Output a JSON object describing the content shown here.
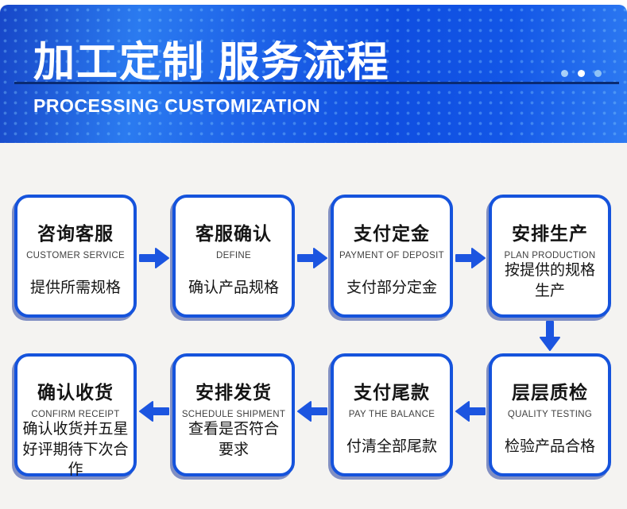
{
  "header": {
    "title": "加工定制 服务流程",
    "subtitle": "PROCESSING CUSTOMIZATION"
  },
  "colors": {
    "accent": "#1553dc",
    "arrow": "#1c55e0",
    "divider": "#0a2a72",
    "header_start": "#1747c8",
    "header_mid": "#2b7bf0",
    "header_end": "#2e7bf2",
    "canvas_bg": "#f4f3f1"
  },
  "steps": [
    {
      "title": "咨询客服",
      "subtitle": "CUSTOMER SERVICE",
      "desc": "提供所需规格"
    },
    {
      "title": "客服确认",
      "subtitle": "DEFINE",
      "desc": "确认产品规格"
    },
    {
      "title": "支付定金",
      "subtitle": "PAYMENT OF DEPOSIT",
      "desc": "支付部分定金"
    },
    {
      "title": "安排生产",
      "subtitle": "PLAN PRODUCTION",
      "desc": "按提供的规格\n生产"
    },
    {
      "title": "层层质检",
      "subtitle": "QUALITY TESTING",
      "desc": "检验产品合格"
    },
    {
      "title": "支付尾款",
      "subtitle": "PAY THE BALANCE",
      "desc": "付清全部尾款"
    },
    {
      "title": "安排发货",
      "subtitle": "SCHEDULE SHIPMENT",
      "desc": "查看是否符合\n要求"
    },
    {
      "title": "确认收货",
      "subtitle": "CONFIRM RECEIPT",
      "desc": "确认收货并五星\n好评期待下次合作"
    }
  ]
}
